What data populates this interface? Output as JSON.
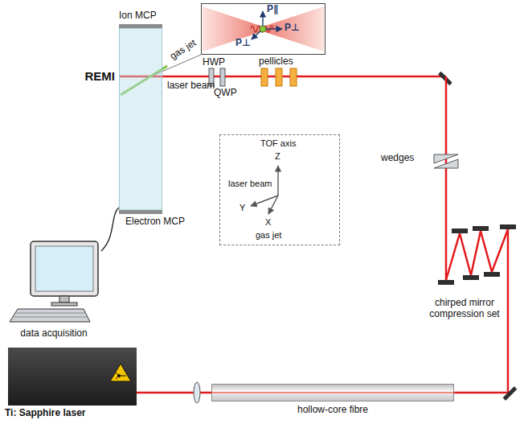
{
  "diagram": {
    "nodes": [
      {
        "text": [
          "P∥",
          "P⊥",
          "P⊥"
        ]
      },
      {
        "text": [
          "Ion MCP",
          "REMI",
          "Electron MCP"
        ]
      },
      {
        "text": [
          "data acquisition"
        ]
      },
      {
        "text": [
          "Ti: Sapphire laser"
        ]
      },
      {
        "text": [
          "hollow-core fibre"
        ]
      },
      {
        "text": [
          "TOF axis",
          "Z",
          "laser beam",
          "Y",
          "X",
          "gas jet"
        ]
      }
    ],
    "edges": [
      {
        "from": 2,
        "to": 1,
        "arrow": "none"
      },
      {
        "from": 3,
        "to": 4,
        "arrow": "none"
      }
    ],
    "labels": [
      "gas jet",
      "laser beam",
      "HWP",
      "QWP",
      "pellicles",
      "wedges",
      "chirped mirror compression set"
    ]
  }
}
